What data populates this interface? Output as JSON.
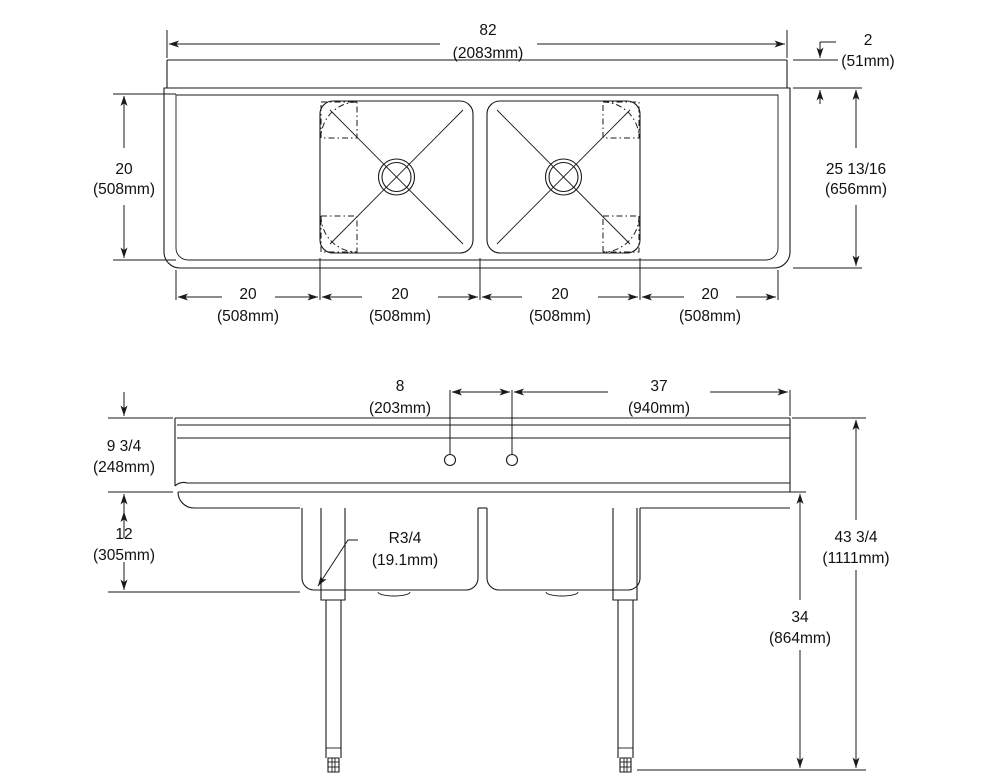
{
  "document": {
    "type": "engineering-drawing",
    "subject": "Two-compartment commercial sink with left and right drainboards",
    "views": [
      "top-view",
      "front-view"
    ],
    "line_color": "#1a1a1a",
    "background_color": "#ffffff"
  },
  "top_view": {
    "name": "top-view",
    "overall_width": {
      "imperial": "82",
      "metric": "(2083mm)"
    },
    "backsplash_thickness": {
      "imperial": "2",
      "metric": "(51mm)"
    },
    "bowl_depth_front_to_back": {
      "imperial": "20",
      "metric": "(508mm)"
    },
    "overall_depth": {
      "imperial": "25 13/16",
      "metric": "(656mm)"
    },
    "segments": [
      {
        "label": "left-drainboard",
        "imperial": "20",
        "metric": "(508mm)"
      },
      {
        "label": "left-bowl",
        "imperial": "20",
        "metric": "(508mm)"
      },
      {
        "label": "right-bowl",
        "imperial": "20",
        "metric": "(508mm)"
      },
      {
        "label": "right-drainboard",
        "imperial": "20",
        "metric": "(508mm)"
      }
    ],
    "bowls": [
      {
        "name": "left-bowl",
        "drain": "center-drain",
        "corner_details": [
          "top-left",
          "bottom-left"
        ]
      },
      {
        "name": "right-bowl",
        "drain": "center-drain",
        "corner_details": [
          "top-right",
          "bottom-right"
        ]
      }
    ]
  },
  "front_view": {
    "name": "front-view",
    "faucet_hole_spacing": {
      "imperial": "8",
      "metric": "(203mm)"
    },
    "faucet_to_right_edge": {
      "imperial": "37",
      "metric": "(940mm)"
    },
    "backsplash_height": {
      "imperial": "9 3/4",
      "metric": "(248mm)"
    },
    "bowl_depth": {
      "imperial": "12",
      "metric": "(305mm)"
    },
    "overall_height": {
      "imperial": "43 3/4",
      "metric": "(1111mm)"
    },
    "work_surface_height": {
      "imperial": "34",
      "metric": "(864mm)"
    },
    "corner_radius": {
      "imperial": "R3/4",
      "metric": "(19.1mm)"
    },
    "faucet_holes": 2,
    "legs": 2
  }
}
